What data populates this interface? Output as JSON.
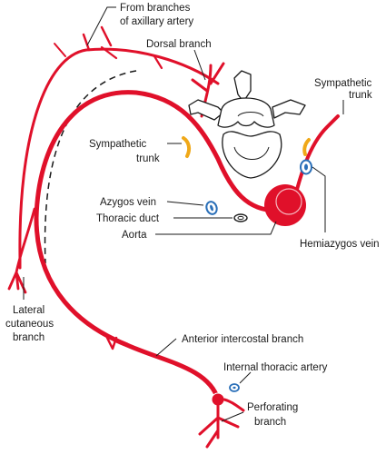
{
  "labels": {
    "axillary_line1": "From branches",
    "axillary_line2": "of axillary artery",
    "dorsal_branch": "Dorsal branch",
    "sympathetic_left_line1": "Sympathetic",
    "sympathetic_left_line2": "trunk",
    "sympathetic_right_line1": "Sympathetic",
    "sympathetic_right_line2": "trunk",
    "azygos_vein": "Azygos vein",
    "thoracic_duct": "Thoracic duct",
    "aorta": "Aorta",
    "hemiazygos_vein": "Hemiazygos vein",
    "lateral_line1": "Lateral",
    "lateral_line2": "cutaneous",
    "lateral_line3": "branch",
    "anterior_intercostal": "Anterior intercostal branch",
    "internal_thoracic": "Internal thoracic artery",
    "perforating_line1": "Perforating",
    "perforating_line2": "branch"
  },
  "colors": {
    "artery": "#e0102a",
    "nerve": "#f0a818",
    "vein": "#2a6fb8",
    "ink": "#1a1a1a"
  }
}
